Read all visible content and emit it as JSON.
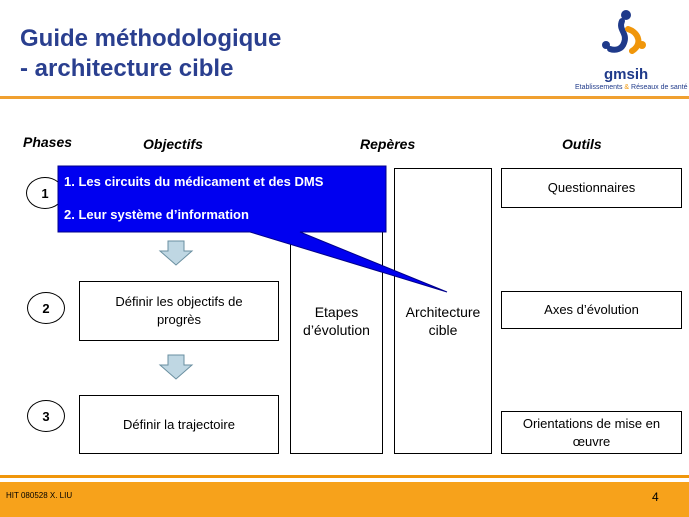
{
  "slide": {
    "title": "Guide méthodologique\n- architecture cible",
    "logo": {
      "name": "gmsih",
      "subtitle_a": "Etablissements ",
      "subtitle_amp": "&",
      "subtitle_b": " Réseaux de santé"
    },
    "colors": {
      "title": "#2a3f8f",
      "accent_orange": "#f7a21b",
      "callout_blue": "#0000f0",
      "arrow_fill": "#bfd7e3"
    }
  },
  "headers": {
    "phases": "Phases",
    "objectifs": "Objectifs",
    "reperes": "Repères",
    "outils": "Outils"
  },
  "phases": [
    "1",
    "2",
    "3"
  ],
  "callout": {
    "line1": "1. Les circuits du médicament et des DMS",
    "line2": "2. Leur système d’information"
  },
  "objectifs": {
    "row2": "Définir les objectifs de progrès",
    "row3": "Définir la trajectoire"
  },
  "reperes": {
    "etapes": "Etapes d’évolution",
    "architecture": "Architecture cible"
  },
  "outils": {
    "row1": "Questionnaires",
    "row2": "Axes d’évolution",
    "row3": "Orientations de mise en œuvre"
  },
  "footer": {
    "left": "HIT 080528 X. LIU",
    "page": "4"
  }
}
